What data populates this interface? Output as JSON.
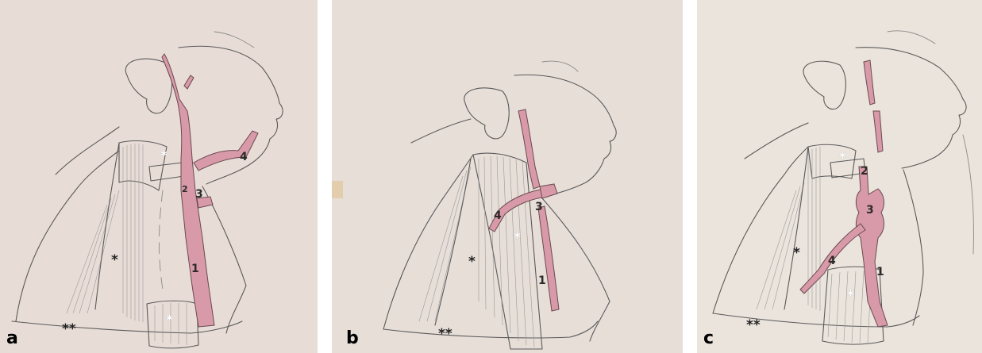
{
  "panels": [
    {
      "letter": "a",
      "labels": [
        "1",
        "2",
        "3",
        "4"
      ],
      "markers": {
        "single": "*",
        "double": "**",
        "white_upper": "*",
        "white_lower": "*"
      }
    },
    {
      "letter": "b",
      "labels": [
        "1",
        "3",
        "4"
      ],
      "markers": {
        "single": "*",
        "double": "**",
        "white": "*"
      }
    },
    {
      "letter": "c",
      "labels": [
        "1",
        "2",
        "3",
        "4"
      ],
      "markers": {
        "single": "*",
        "double": "**",
        "white_upper": "*",
        "white_lower": "*"
      }
    }
  ],
  "colors": {
    "paper_a": "#e8ddd6",
    "paper_b": "#e7ded8",
    "paper_c": "#ebe4dc",
    "vessel": "#d89aa8"
  }
}
